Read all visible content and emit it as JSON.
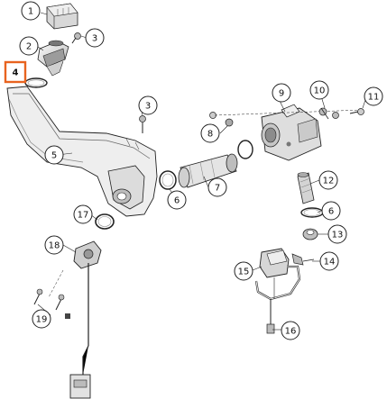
{
  "diagram": {
    "callouts": [
      {
        "id": "1",
        "label": "1",
        "highlighted": false
      },
      {
        "id": "2",
        "label": "2",
        "highlighted": false
      },
      {
        "id": "3a",
        "label": "3",
        "highlighted": false
      },
      {
        "id": "4",
        "label": "4",
        "highlighted": true
      },
      {
        "id": "5",
        "label": "5",
        "highlighted": false
      },
      {
        "id": "3b",
        "label": "3",
        "highlighted": false
      },
      {
        "id": "6a",
        "label": "6",
        "highlighted": false
      },
      {
        "id": "7",
        "label": "7",
        "highlighted": false
      },
      {
        "id": "8",
        "label": "8",
        "highlighted": false
      },
      {
        "id": "9",
        "label": "9",
        "highlighted": false
      },
      {
        "id": "10",
        "label": "10",
        "highlighted": false
      },
      {
        "id": "11",
        "label": "11",
        "highlighted": false
      },
      {
        "id": "12",
        "label": "12",
        "highlighted": false
      },
      {
        "id": "6b",
        "label": "6",
        "highlighted": false
      },
      {
        "id": "13",
        "label": "13",
        "highlighted": false
      },
      {
        "id": "14",
        "label": "14",
        "highlighted": false
      },
      {
        "id": "15",
        "label": "15",
        "highlighted": false
      },
      {
        "id": "16",
        "label": "16",
        "highlighted": false
      },
      {
        "id": "17",
        "label": "17",
        "highlighted": false
      },
      {
        "id": "18",
        "label": "18",
        "highlighted": false
      },
      {
        "id": "19",
        "label": "19",
        "highlighted": false
      }
    ],
    "colors": {
      "highlight": "#e8631f",
      "line": "#222222",
      "part_fill": "#f2f2f2",
      "part_shade": "#c9c9c9",
      "dark": "#555555"
    }
  }
}
